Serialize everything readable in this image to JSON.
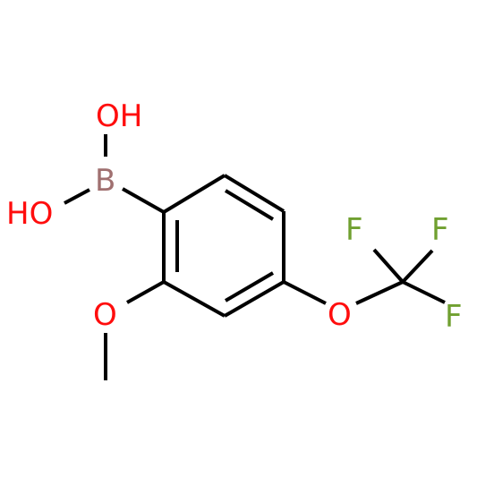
{
  "molecule": {
    "atoms": {
      "oh_top": "OH",
      "ho_left": "HO",
      "boron": "B",
      "o_methoxy": "O",
      "o_ether": "O",
      "f_left": "F",
      "f_right": "F",
      "f_bottom": "F"
    },
    "colors": {
      "bond": "#000000",
      "oxygen": "#ff0d0d",
      "boron": "#a07070",
      "fluorine": "#70a030"
    }
  }
}
